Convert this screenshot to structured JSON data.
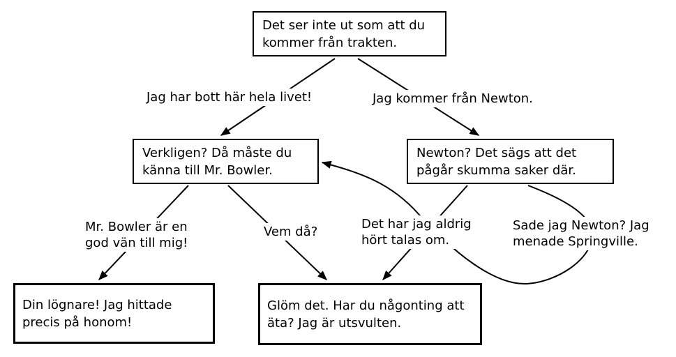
{
  "diagram_type": "dialogue-tree-flowchart",
  "language": "Swedish",
  "colors": {
    "background": "#ffffff",
    "line": "#000000",
    "text": "#000000",
    "node_fill": "#ffffff",
    "node_border": "#000000"
  },
  "nodes": {
    "start": {
      "text": "Det ser inte ut som att du kommer från trakten.",
      "lines": [
        "Det ser inte ut som att du",
        "kommer från trakten."
      ]
    },
    "verkligen": {
      "text": "Verkligen? Då måste du känna till Mr. Bowler.",
      "lines": [
        "Verkligen? Då måste du",
        "känna till Mr. Bowler."
      ]
    },
    "newton": {
      "text": "Newton? Det sägs att det pågår skumma saker där.",
      "lines": [
        "Newton? Det sägs att det",
        "pågår skumma saker där."
      ]
    },
    "lognare": {
      "text": "Din lögnare! Jag hittade precis på honom!",
      "lines": [
        "Din lögnare! Jag hittade",
        "precis på honom!"
      ]
    },
    "glom": {
      "text": "Glöm det. Har du någonting att äta? Jag är utsvulten.",
      "lines": [
        "Glöm det. Har du någonting att",
        "äta? Jag är utsvulten."
      ]
    }
  },
  "edge_labels": {
    "bott": {
      "lines": [
        "Jag har bott här hela livet!"
      ]
    },
    "newton_from": {
      "lines": [
        "Jag kommer från Newton."
      ]
    },
    "bowler_friend": {
      "lines": [
        "Mr. Bowler är en",
        "god vän till mig!"
      ]
    },
    "vem_da": {
      "lines": [
        "Vem då?"
      ]
    },
    "aldrig_hort": {
      "lines": [
        "Det har jag aldrig",
        "hört talas om."
      ]
    },
    "sade_newton": {
      "lines": [
        "Sade jag Newton? Jag",
        "menade Springville."
      ]
    }
  },
  "edges": [
    {
      "from": "start",
      "to": "verkligen",
      "label": "Jag har bott här hela livet!"
    },
    {
      "from": "start",
      "to": "newton",
      "label": "Jag kommer från Newton."
    },
    {
      "from": "verkligen",
      "to": "lognare",
      "label": "Mr. Bowler är en god vän till mig!"
    },
    {
      "from": "verkligen",
      "to": "glom",
      "label": "Vem då?"
    },
    {
      "from": "newton",
      "to": "glom",
      "label": "Det har jag aldrig hört talas om."
    },
    {
      "from": "newton",
      "to": "verkligen",
      "label": "Sade jag Newton? Jag menade Springville.",
      "shape": "curved-loop"
    }
  ]
}
